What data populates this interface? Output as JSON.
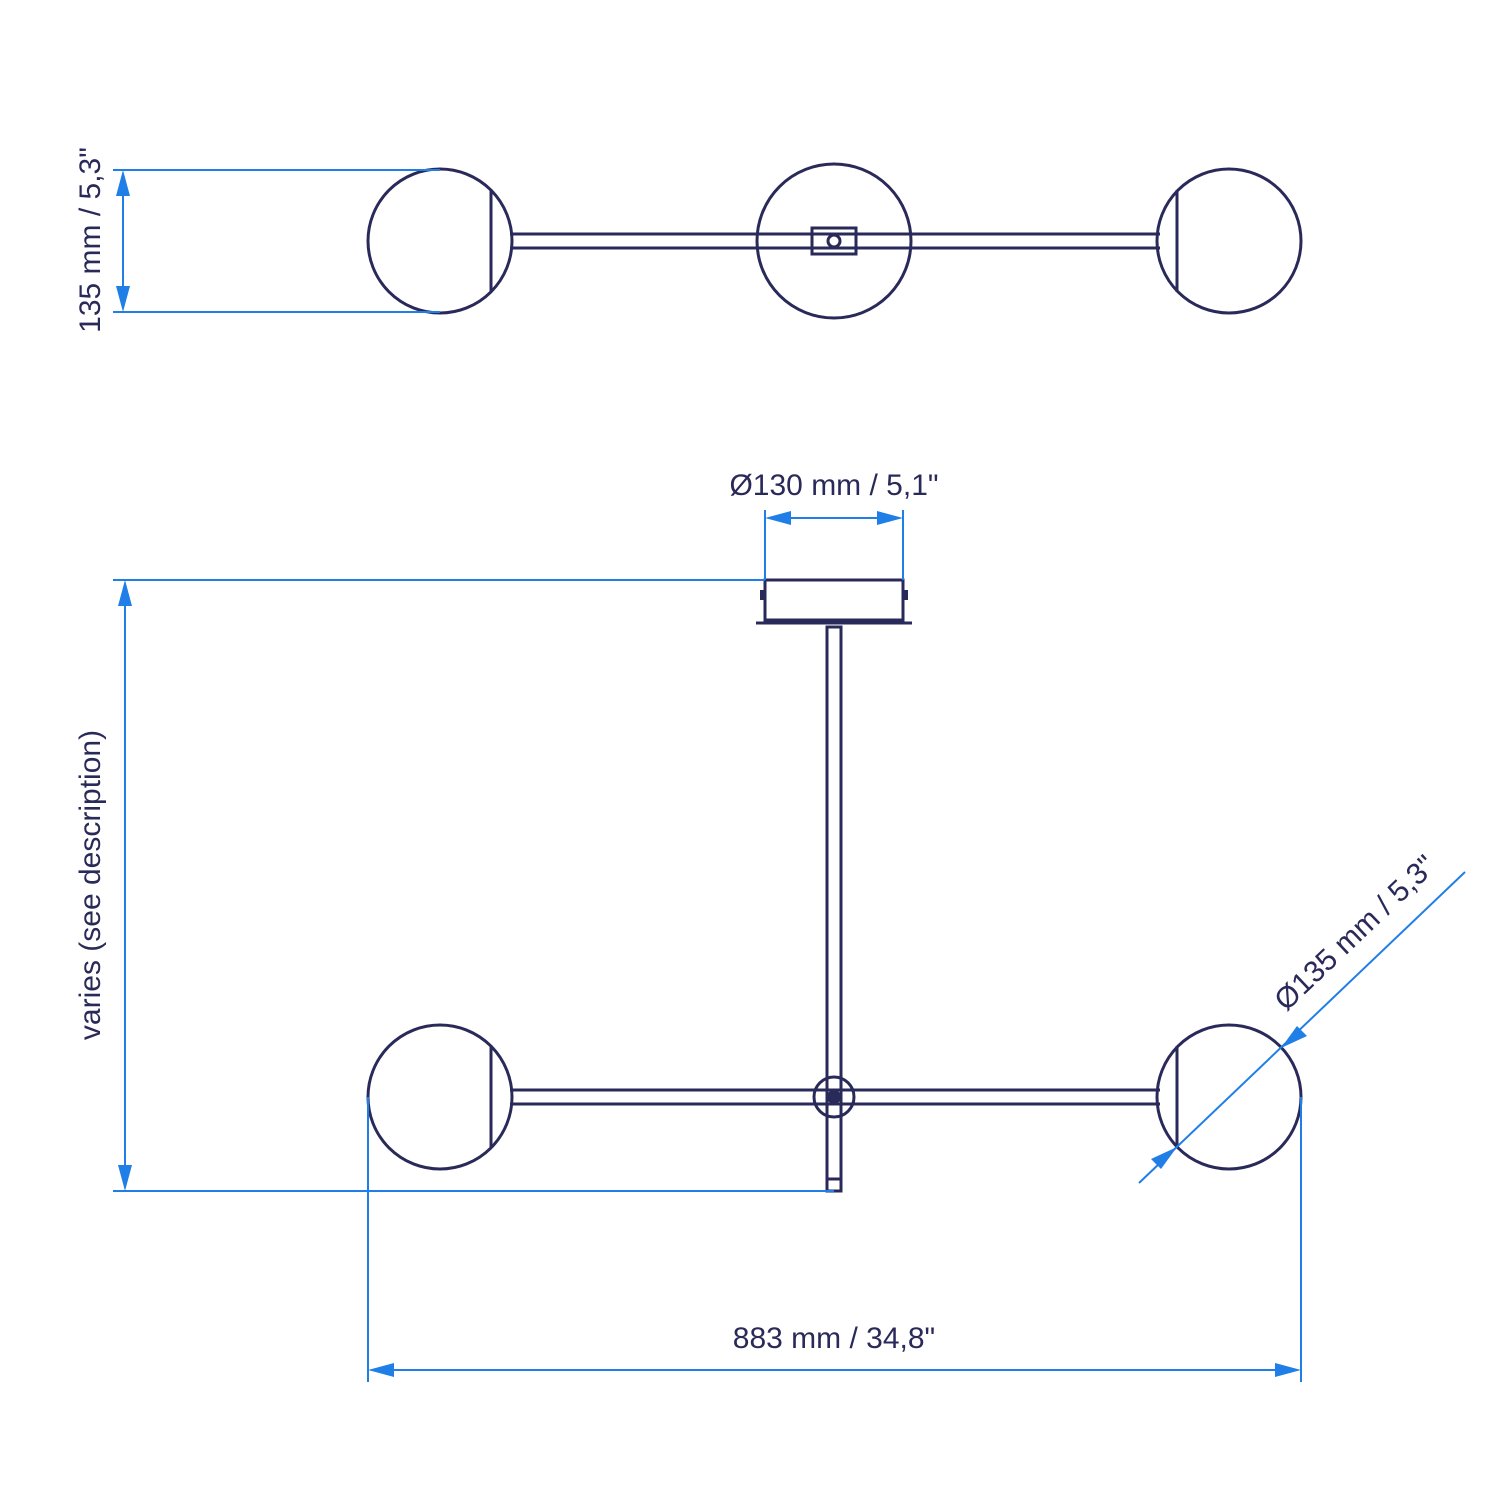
{
  "colors": {
    "object_line": "#2a2a5a",
    "dimension_line": "#1f7fe6",
    "background": "#ffffff"
  },
  "dimensions": {
    "top_view_height": "135 mm  /  5,3\"",
    "canopy_diameter": "Ø130 mm  /  5,1\"",
    "overall_height": "varies (see description)",
    "globe_diameter": "Ø135 mm  /  5,3\"",
    "overall_width": "883 mm  /  34,8\""
  }
}
